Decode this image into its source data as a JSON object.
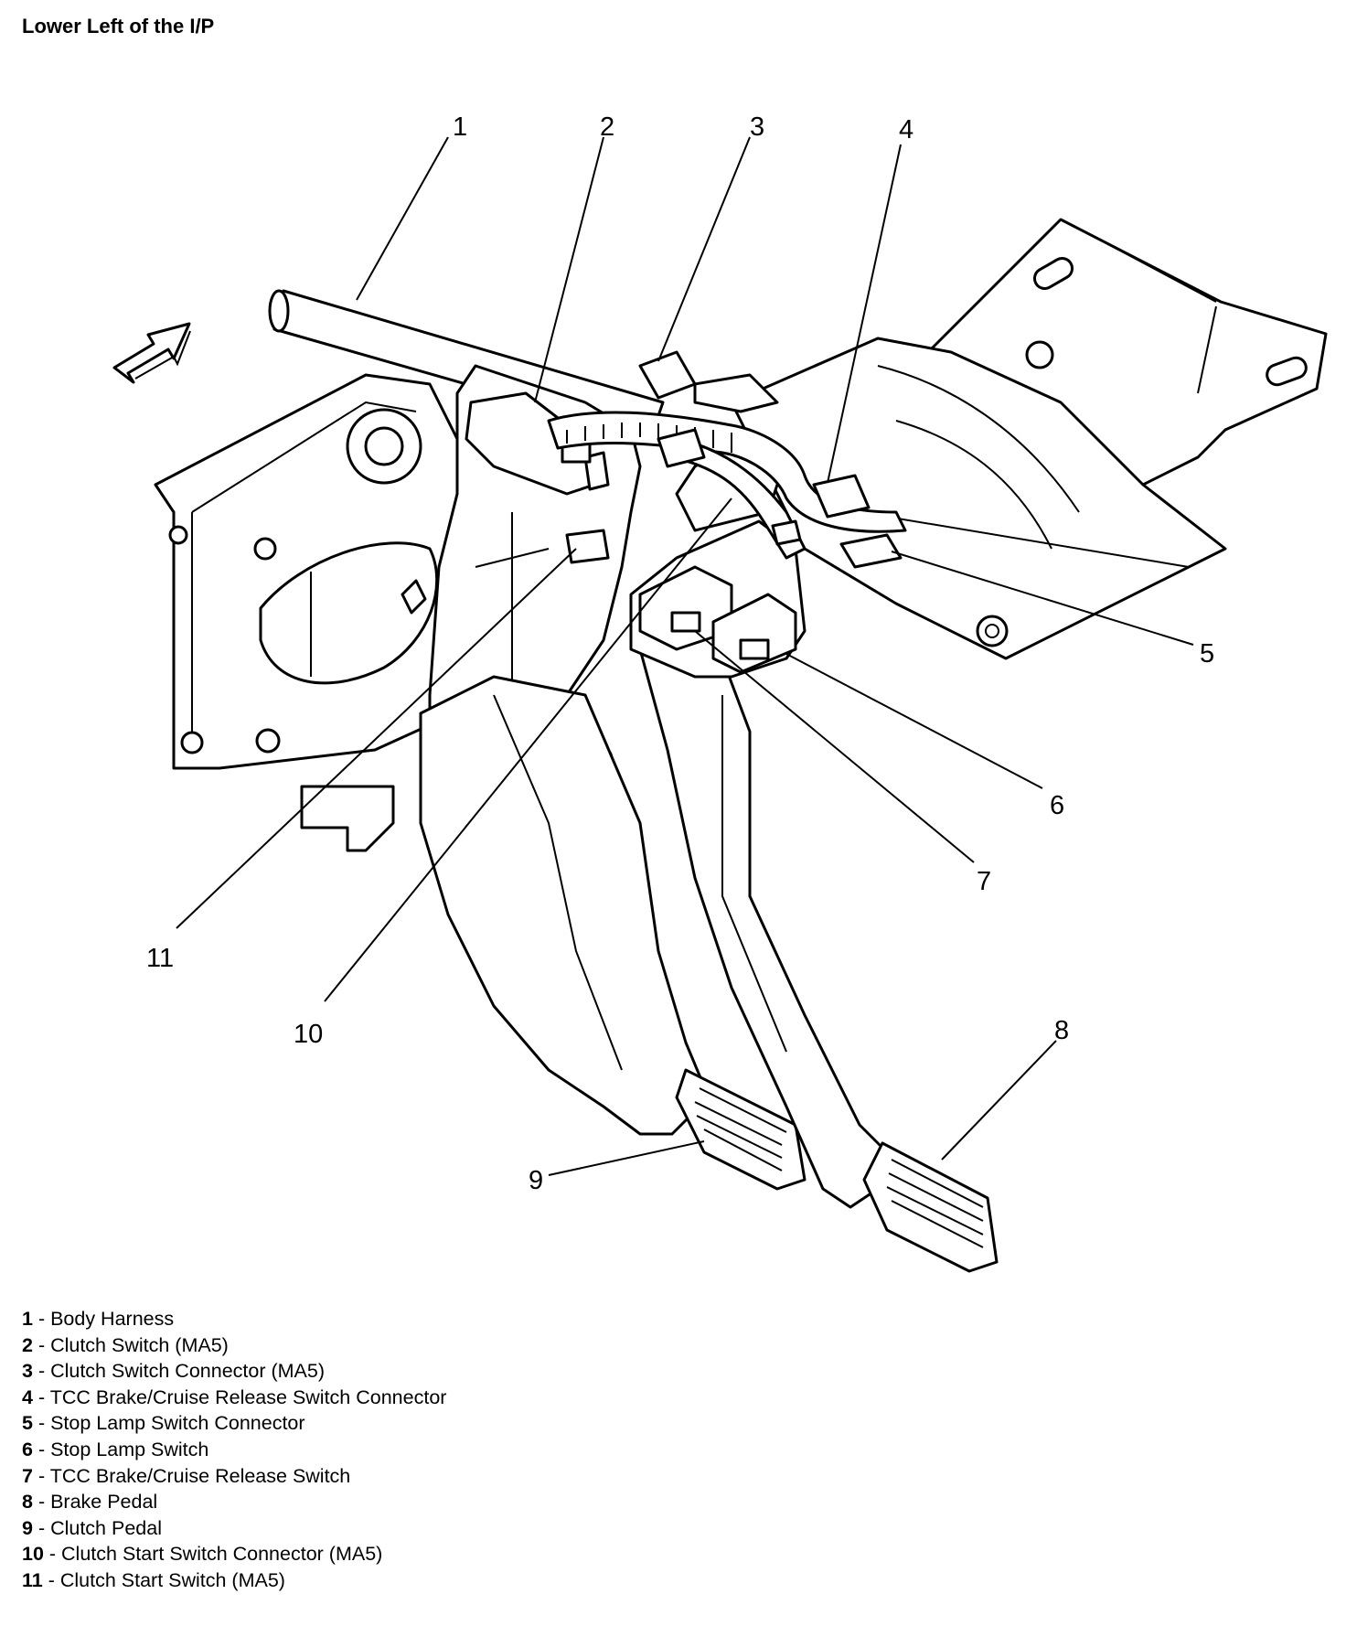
{
  "title": "Lower Left of the I/P",
  "callouts": [
    "1",
    "2",
    "3",
    "4",
    "5",
    "6",
    "7",
    "8",
    "9",
    "10",
    "11"
  ],
  "legend": [
    {
      "num": "1",
      "sep": " - ",
      "text": "Body Harness"
    },
    {
      "num": "2",
      "sep": " - ",
      "text": "Clutch Switch (MA5)"
    },
    {
      "num": "3",
      "sep": " - ",
      "text": "Clutch Switch Connector (MA5)"
    },
    {
      "num": "4",
      "sep": " - ",
      "text": "TCC Brake/Cruise Release Switch Connector"
    },
    {
      "num": "5",
      "sep": " - ",
      "text": "Stop Lamp Switch Connector"
    },
    {
      "num": "6",
      "sep": " - ",
      "text": "Stop Lamp Switch"
    },
    {
      "num": "7",
      "sep": " - ",
      "text": "TCC Brake/Cruise Release Switch"
    },
    {
      "num": "8",
      "sep": " - ",
      "text": "Brake Pedal"
    },
    {
      "num": "9",
      "sep": " - ",
      "text": "Clutch Pedal"
    },
    {
      "num": "10",
      "sep": " - ",
      "text": "Clutch Start Switch Connector (MA5)"
    },
    {
      "num": "11",
      "sep": " - ",
      "text": "Clutch Start Switch (MA5)"
    }
  ]
}
